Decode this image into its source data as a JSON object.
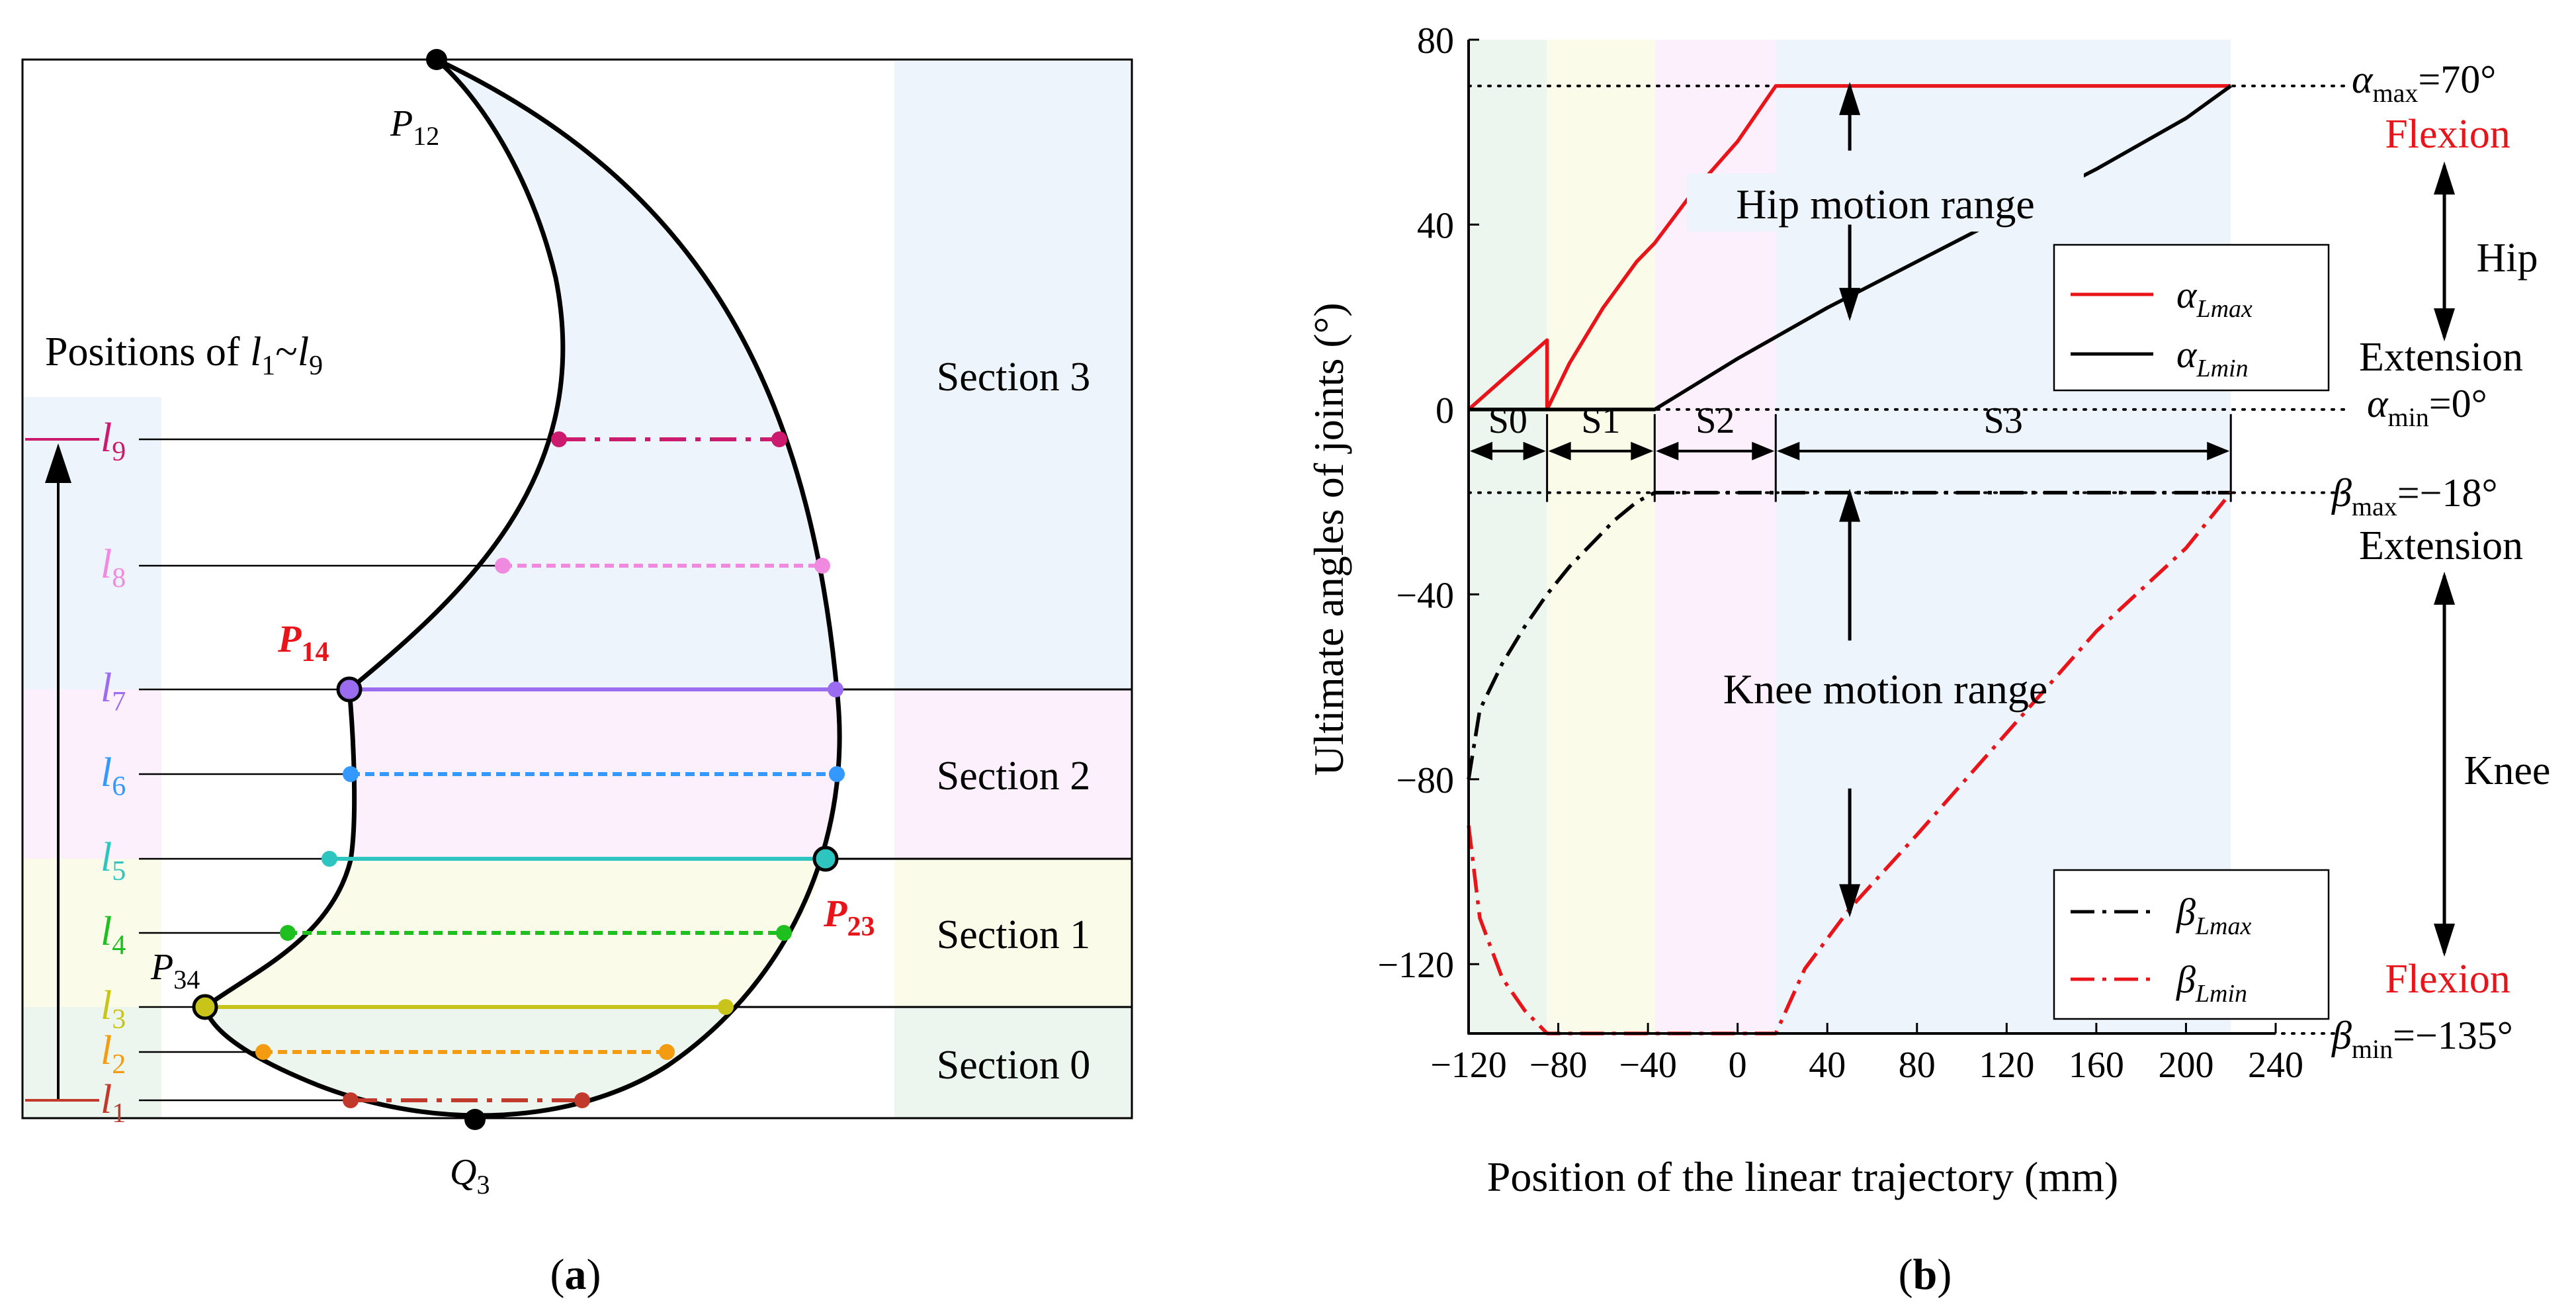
{
  "panel_a": {
    "caption": "a",
    "positions_title_prefix": "Positions of",
    "positions_title_range": [
      "l",
      "1",
      "~",
      "l",
      "9"
    ],
    "sections": [
      {
        "name": "Section 3",
        "color": "#eef4fb"
      },
      {
        "name": "Section 2",
        "color": "#fbf0fb"
      },
      {
        "name": "Section 1",
        "color": "#fbfbe9"
      },
      {
        "name": "Section 0",
        "color": "#ecf6ee"
      }
    ],
    "points": {
      "P12": {
        "main": "P",
        "sub": "12"
      },
      "P14": {
        "main": "P",
        "sub": "14"
      },
      "P23": {
        "main": "P",
        "sub": "23"
      },
      "P34": {
        "main": "P",
        "sub": "34"
      },
      "Q3": {
        "main": "Q",
        "sub": "3"
      }
    },
    "lines": [
      {
        "label": "l",
        "sub": "1",
        "color": "#c0392b",
        "style": "dashdot"
      },
      {
        "label": "l",
        "sub": "2",
        "color": "#f39c12",
        "style": "dash"
      },
      {
        "label": "l",
        "sub": "3",
        "color": "#c9c41a",
        "style": "solid"
      },
      {
        "label": "l",
        "sub": "4",
        "color": "#1fbf1f",
        "style": "dash"
      },
      {
        "label": "l",
        "sub": "5",
        "color": "#2ec4c0",
        "style": "solid"
      },
      {
        "label": "l",
        "sub": "6",
        "color": "#3399ff",
        "style": "dash"
      },
      {
        "label": "l",
        "sub": "7",
        "color": "#9b6bf0",
        "style": "solid"
      },
      {
        "label": "l",
        "sub": "8",
        "color": "#f08ae0",
        "style": "dash"
      },
      {
        "label": "l",
        "sub": "9",
        "color": "#cc1a6e",
        "style": "dashdot"
      }
    ]
  },
  "chart_data": {
    "type": "line",
    "caption": "b",
    "xlabel": "Position of the linear trajectory (mm)",
    "ylabel": "Ultimate angles of joints (°)",
    "xlim": [
      -120,
      240
    ],
    "ylim": [
      -135,
      80
    ],
    "xticks": [
      "−120",
      "−80",
      "−40",
      "0",
      "40",
      "80",
      "120",
      "160",
      "200",
      "240"
    ],
    "yticks": [
      "80",
      "40",
      "0",
      "−40",
      "−80",
      "−120"
    ],
    "section_labels": [
      "S0",
      "S1",
      "S2",
      "S3"
    ],
    "section_bounds": [
      -120,
      -85,
      -37,
      17,
      220
    ],
    "section_colors": [
      "#ecf6ee",
      "#fbfbe9",
      "#fbf0fb",
      "#eef4fb"
    ],
    "series": [
      {
        "name": "αLmax",
        "sym": "α",
        "sub": "Lmax",
        "color": "#e8141a",
        "dash": "solid",
        "x": [
          -120,
          -85,
          -85,
          -75,
          -60,
          -45,
          -37,
          -20,
          0,
          17,
          220
        ],
        "y": [
          0,
          15,
          0,
          10,
          22,
          32,
          36,
          47,
          58,
          70,
          70
        ]
      },
      {
        "name": "αLmin",
        "sym": "α",
        "sub": "Lmin",
        "color": "#000000",
        "dash": "solid",
        "x": [
          -120,
          -37,
          0,
          40,
          80,
          120,
          160,
          200,
          220
        ],
        "y": [
          0,
          0,
          11,
          22,
          32,
          42,
          52,
          63,
          70
        ]
      },
      {
        "name": "βLmax",
        "sym": "β",
        "sub": "Lmax",
        "color": "#000000",
        "dash": "dashdot",
        "x": [
          -120,
          -115,
          -105,
          -95,
          -85,
          -75,
          -65,
          -55,
          -45,
          -37,
          0,
          100,
          220
        ],
        "y": [
          -80,
          -65,
          -55,
          -47,
          -40,
          -34,
          -29,
          -24,
          -20,
          -18,
          -18,
          -18,
          -18
        ]
      },
      {
        "name": "βLmin",
        "sym": "β",
        "sub": "Lmin",
        "color": "#e8141a",
        "dash": "dashdot",
        "x": [
          -120,
          -115,
          -105,
          -95,
          -85,
          17,
          30,
          50,
          80,
          120,
          160,
          200,
          220
        ],
        "y": [
          -90,
          -110,
          -123,
          -130,
          -135,
          -135,
          -121,
          -108,
          -92,
          -70,
          -48,
          -30,
          -18
        ]
      }
    ],
    "limits": [
      {
        "sym": "α",
        "sub": "max",
        "text": "=70°",
        "value": 70
      },
      {
        "sym": "α",
        "sub": "min",
        "text": "=0°",
        "value": 0
      },
      {
        "sym": "β",
        "sub": "max",
        "text": "=−18°",
        "value": -18
      },
      {
        "sym": "β",
        "sub": "min",
        "text": "=−135°",
        "value": -135
      }
    ],
    "annotations": {
      "hip_range": "Hip motion range",
      "knee_range": "Knee motion range",
      "flexion": "Flexion",
      "extension": "Extension",
      "hip": "Hip",
      "knee": "Knee"
    }
  }
}
